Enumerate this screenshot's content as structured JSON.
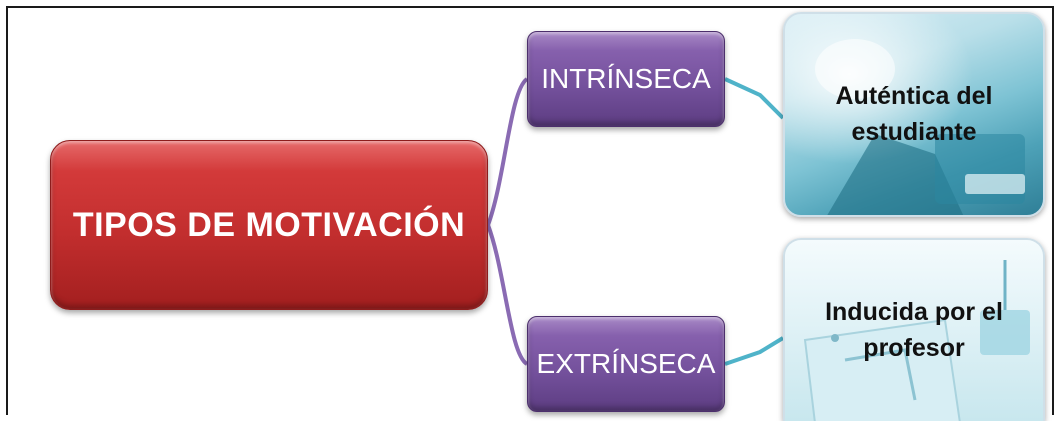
{
  "diagram": {
    "root": {
      "label": "TIPOS DE MOTIVACIÓN"
    },
    "branches": [
      {
        "label": "INTRÍNSECA",
        "detail": "Auténtica del estudiante"
      },
      {
        "label": "EXTRÍNSECA",
        "detail": "Inducida por el profesor"
      }
    ],
    "colors": {
      "root": "#c22e2e",
      "branch": "#73509b",
      "root_to_branch_line": "#8a6bb3",
      "branch_to_detail_line": "#4fb3c9"
    }
  }
}
